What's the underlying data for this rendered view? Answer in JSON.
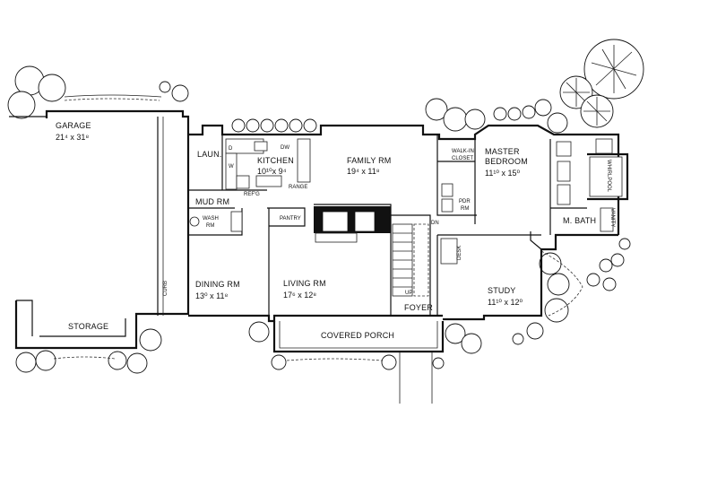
{
  "rooms": {
    "garage": {
      "name": "GARAGE",
      "dims": "21⁴ x 31⁸"
    },
    "storage": {
      "name": "STORAGE"
    },
    "curb": {
      "name": "CURB"
    },
    "laundry": {
      "name": "LAUN."
    },
    "kitchen": {
      "name": "KITCHEN",
      "dims": "10¹⁰x 9⁴"
    },
    "family": {
      "name": "FAMILY RM",
      "dims": "19⁴ x 11⁸"
    },
    "walkin": {
      "name": "WALK-IN",
      "name2": "CLOSET"
    },
    "master": {
      "name": "MASTER",
      "name2": "BEDROOM",
      "dims": "11¹⁰ x 15⁰"
    },
    "pdr": {
      "name": "PDR",
      "name2": "RM"
    },
    "mudroom": {
      "name": "MUD RM"
    },
    "wash": {
      "name": "WASH",
      "name2": "RM"
    },
    "pantry": {
      "name": "PANTRY"
    },
    "mbath": {
      "name": "M. BATH"
    },
    "dining": {
      "name": "DINING RM",
      "dims": "13⁰ x 11⁸"
    },
    "living": {
      "name": "LIVING RM",
      "dims": "17⁶ x 12⁸"
    },
    "study": {
      "name": "STUDY",
      "dims": "11¹⁰ x 12⁰"
    },
    "foyer": {
      "name": "FOYER"
    },
    "porch": {
      "name": "COVERED PORCH"
    }
  },
  "fixtures": {
    "dw": "DW",
    "range": "RANGE",
    "ref": "REF'G",
    "d": "D",
    "w": "W",
    "whirlpool": "WHIRLPOOL",
    "vanity": "VANITY",
    "desk": "DESK",
    "dn": "DN",
    "up": "UP"
  }
}
